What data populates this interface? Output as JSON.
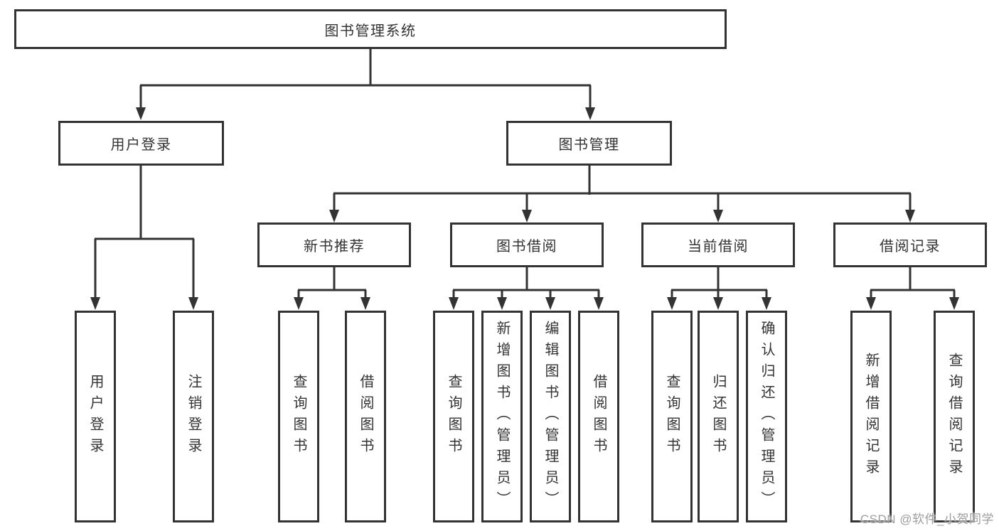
{
  "colors": {
    "stroke": "#333333",
    "text": "#333333",
    "node_background": "#ffffff",
    "watermark_text": "#9d9d9d"
  },
  "watermark": {
    "text": "CSDN @软件_小贺同学"
  },
  "tree": {
    "root": {
      "label": "图书管理系统",
      "children": [
        {
          "label": "用户登录",
          "children": [
            {
              "label": "用户登录"
            },
            {
              "label": "注销登录"
            }
          ]
        },
        {
          "label": "图书管理",
          "children": [
            {
              "label": "新书推荐",
              "children": [
                {
                  "label": "查询图书"
                },
                {
                  "label": "借阅图书"
                }
              ]
            },
            {
              "label": "图书借阅",
              "children": [
                {
                  "label": "查询图书"
                },
                {
                  "label": "新增图书（管理员）"
                },
                {
                  "label": "编辑图书（管理员）"
                },
                {
                  "label": "借阅图书"
                }
              ]
            },
            {
              "label": "当前借阅",
              "children": [
                {
                  "label": "查询图书"
                },
                {
                  "label": "归还图书"
                },
                {
                  "label": "确认归还（管理员）"
                }
              ]
            },
            {
              "label": "借阅记录",
              "children": [
                {
                  "label": "新增借阅记录"
                },
                {
                  "label": "查询借阅记录"
                }
              ]
            }
          ]
        }
      ]
    }
  }
}
